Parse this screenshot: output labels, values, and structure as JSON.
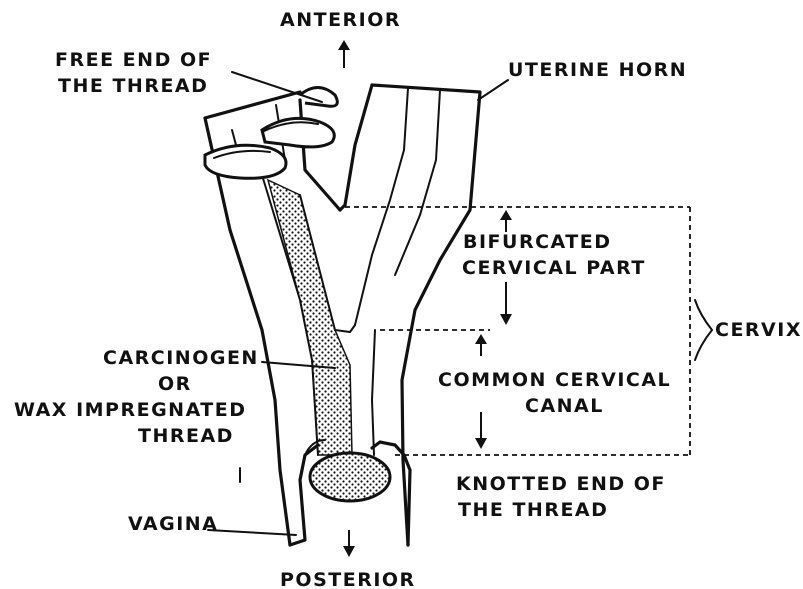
{
  "labels": {
    "anterior": "ANTERIOR",
    "posterior": "POSTERIOR",
    "free_end_1": "FREE END OF",
    "free_end_2": "THE THREAD",
    "uterine_horn": "UTERINE HORN",
    "bifurcated_1": "BIFURCATED",
    "bifurcated_2": "CERVICAL PART",
    "cervix": "CERVIX",
    "carcinogen_1": "CARCINOGEN",
    "carcinogen_2": "OR",
    "carcinogen_3": "WAX IMPREGNATED",
    "carcinogen_4": "THREAD",
    "common_1": "COMMON CERVICAL",
    "common_2": "CANAL",
    "knotted_1": "KNOTTED END OF",
    "knotted_2": "THE THREAD",
    "vagina": "VAGINA"
  }
}
